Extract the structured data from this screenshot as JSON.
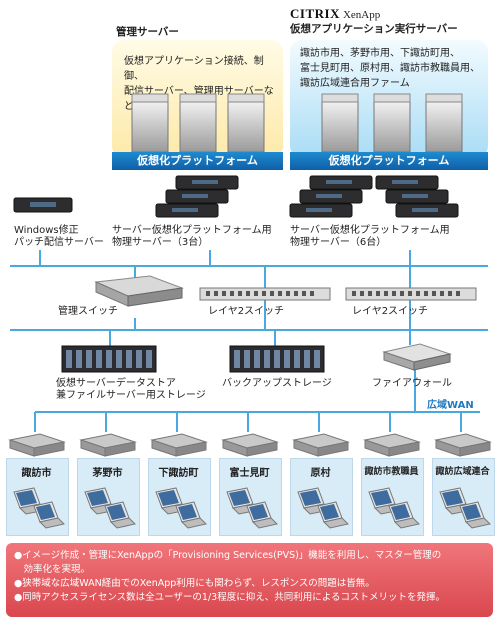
{
  "management": {
    "title": "管理サーバー",
    "description_lines": [
      "仮想アプリケーション接続、制御、",
      "配信サーバー、管理用サーバーなど"
    ],
    "platform_label": "仮想化プラットフォーム"
  },
  "xenapp": {
    "logo": "CITRIX",
    "product": "XenApp",
    "subtitle": "仮想アプリケーション実行サーバー",
    "description_lines": [
      "諏訪市用、茅野市用、下諏訪町用、",
      "富士見町用、原村用、諏訪市教職員用、",
      "諏訪広域連合用ファーム"
    ],
    "platform_label": "仮想化プラットフォーム"
  },
  "servers": {
    "windows_update": [
      "Windows修正",
      "パッチ配信サーバー"
    ],
    "physical_3": [
      "サーバー仮想化プラットフォーム用",
      "物理サーバー（3台）"
    ],
    "physical_6": [
      "サーバー仮想化プラットフォーム用",
      "物理サーバー（6台）"
    ]
  },
  "switches": {
    "management": "管理スイッチ",
    "layer2_a": "レイヤ2スイッチ",
    "layer2_b": "レイヤ2スイッチ"
  },
  "storage": {
    "datastore": [
      "仮想サーバーデータストア",
      "兼ファイルサーバー用ストレージ"
    ],
    "backup": "バックアップストレージ",
    "firewall": "ファイアウォール"
  },
  "wan_label": "広域WAN",
  "sites": [
    "諏訪市",
    "茅野市",
    "下諏訪町",
    "富士見町",
    "原村",
    "諏訪市教職員",
    "諏訪広域連合"
  ],
  "notes": [
    "●イメージ作成・管理にXenAppの「Provisioning Services(PVS)」機能を利用し、マスター管理の",
    "　効率化を実現。",
    "●狭帯域な広域WAN経由でのXenApp利用にも関わらず、レスポンスの問題は皆無。",
    "●同時アクセスライセンス数は全ユーザーの1/3程度に抑え、共同利用によるコストメリットを発揮。"
  ],
  "colors": {
    "network_line": "#4aa8e0",
    "platform_bar": "#1470b8",
    "notes_bg": "#e05a60"
  }
}
